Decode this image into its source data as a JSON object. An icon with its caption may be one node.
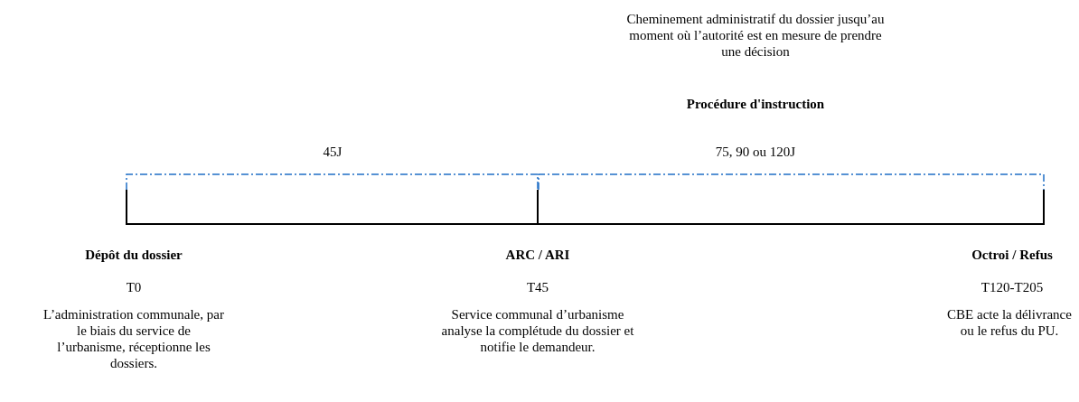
{
  "diagram": {
    "labels": [
      "Cheminement administratif du dossier jusqu’au moment où l’autorité est en mesure de prendre une décision",
      "Procédure d'instruction",
      "45J",
      "75, 90 ou 120J",
      "Dépôt du dossier",
      "ARC / ARI",
      "Octroi / Refus",
      "T0",
      "T45",
      "T120-T205",
      "L’administration communale, par le biais du service de l’urbanisme, réceptionne les dossiers.",
      "Service communal d’urbanisme analyse la complétude du dossier et notifie le demandeur.",
      "CBE acte la délivrance ou le refus du PU."
    ]
  }
}
